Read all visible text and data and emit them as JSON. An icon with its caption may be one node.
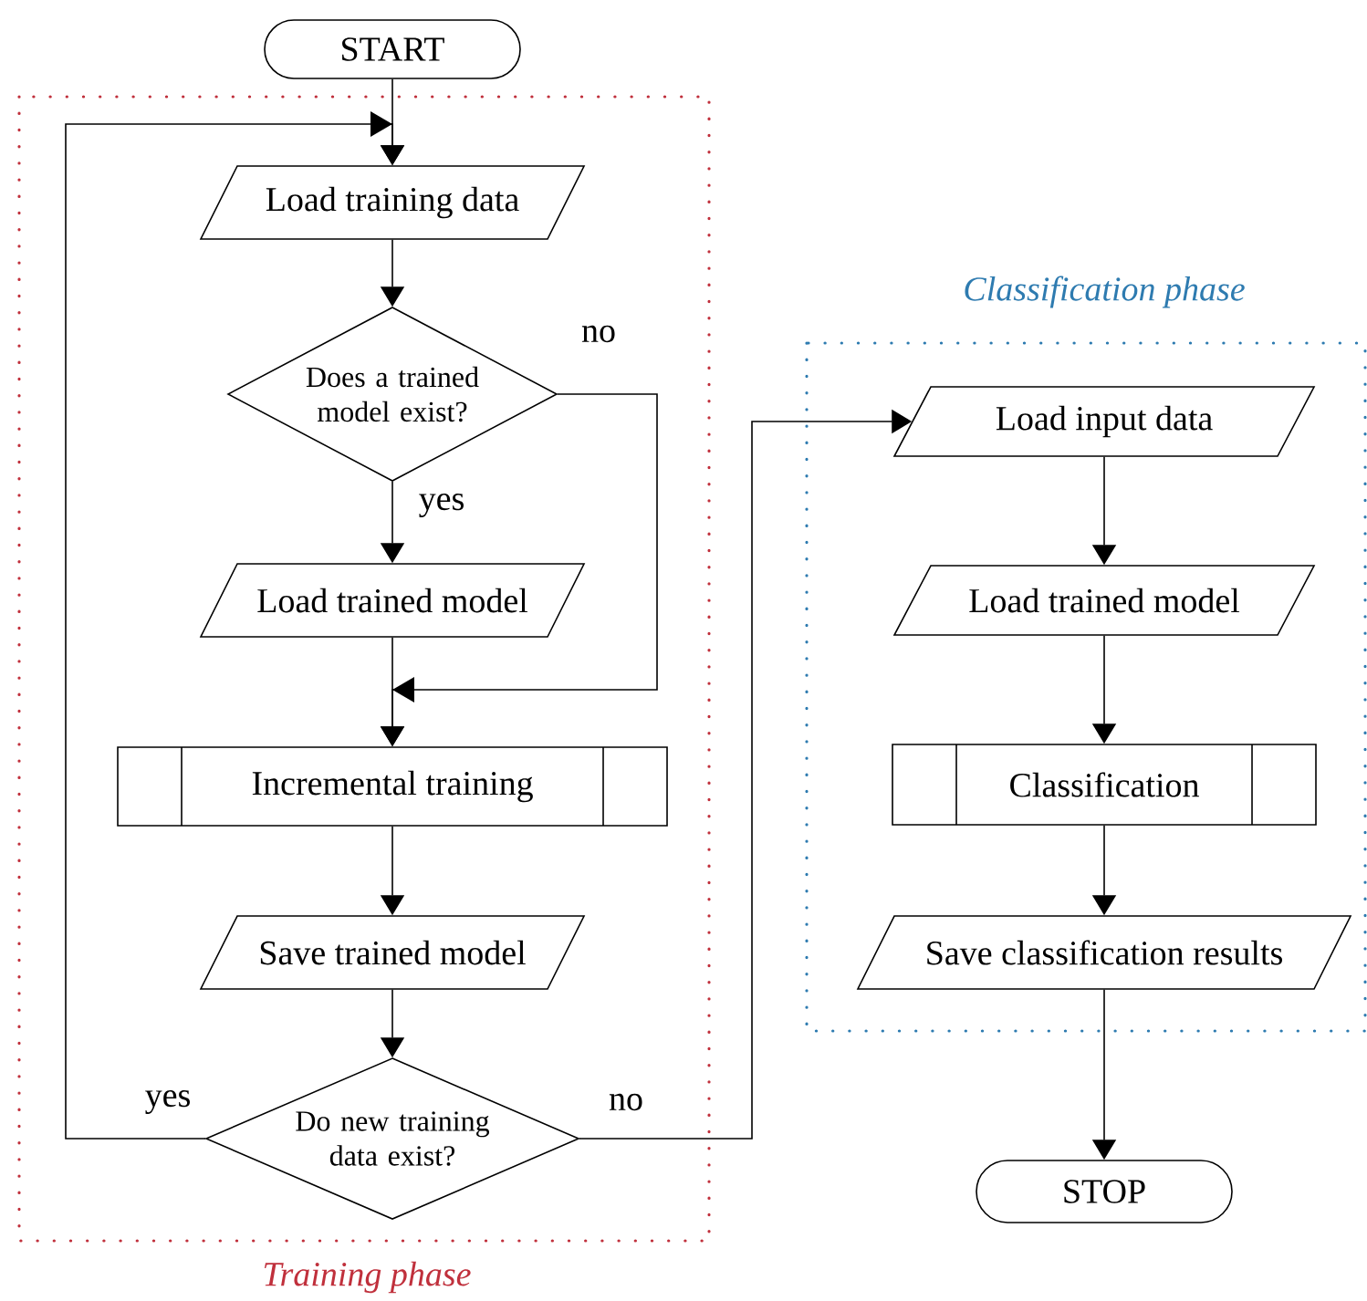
{
  "diagram": {
    "nodes": [
      {
        "text": [
          "START"
        ]
      },
      {
        "text": [
          "Training phase"
        ]
      },
      {
        "text": [
          "Load training data"
        ],
        "in": 1
      },
      {
        "text": [
          "Does a trained model exist?"
        ],
        "in": 1
      },
      {
        "text": [
          "Load trained model"
        ],
        "in": 1
      },
      {
        "text": [
          "Incremental training"
        ],
        "in": 1
      },
      {
        "text": [
          "Save trained model"
        ],
        "in": 1
      },
      {
        "text": [
          "Do new training data exist?"
        ],
        "in": 1
      },
      {
        "text": [
          "Classification phase"
        ]
      },
      {
        "text": [
          "Load input data"
        ],
        "in": 8
      },
      {
        "text": [
          "Load trained model"
        ],
        "in": 8
      },
      {
        "text": [
          "Classification"
        ],
        "in": 8
      },
      {
        "text": [
          "Save classification results"
        ],
        "in": 8
      },
      {
        "text": [
          "STOP"
        ]
      }
    ],
    "edges": [
      {
        "from": 0,
        "to": 2,
        "arrow": "to"
      },
      {
        "from": 2,
        "to": 3,
        "arrow": "to"
      },
      {
        "from": 3,
        "to": 4,
        "arrow": "to",
        "label": "yes"
      },
      {
        "from": 3,
        "to": 5,
        "arrow": "to",
        "label": "no"
      },
      {
        "from": 4,
        "to": 5,
        "arrow": "to"
      },
      {
        "from": 5,
        "to": 6,
        "arrow": "to"
      },
      {
        "from": 6,
        "to": 7,
        "arrow": "to"
      },
      {
        "from": 7,
        "to": 2,
        "arrow": "to",
        "label": "yes"
      },
      {
        "from": 7,
        "to": 9,
        "arrow": "to",
        "label": "no"
      },
      {
        "from": 9,
        "to": 10,
        "arrow": "to"
      },
      {
        "from": 10,
        "to": 11,
        "arrow": "to"
      },
      {
        "from": 11,
        "to": 12,
        "arrow": "to"
      },
      {
        "from": 12,
        "to": 13,
        "arrow": "to"
      }
    ]
  }
}
